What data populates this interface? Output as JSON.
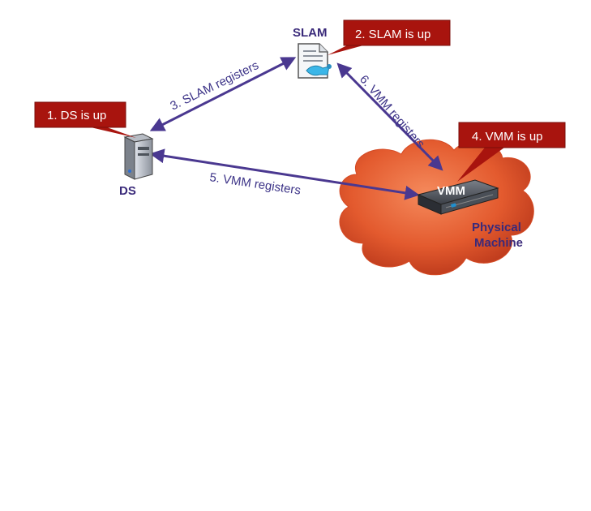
{
  "nodes": {
    "slam": {
      "label": "SLAM"
    },
    "ds": {
      "label": "DS"
    },
    "vmm": {
      "label": "VMM"
    },
    "physical_machine": {
      "line1": "Physical",
      "line2": "Machine"
    }
  },
  "callouts": {
    "ds_up": "1. DS is up",
    "slam_up": "2. SLAM is up",
    "vmm_up": "4. VMM is up"
  },
  "edges": {
    "slam_registers": "3. SLAM registers",
    "vmm_registers_ds": "5. VMM registers",
    "vmm_registers_slam": "6. VMM registers"
  },
  "colors": {
    "arrow": "#4a3890",
    "callout_fill": "#a8140e",
    "cloud_light": "#f27a4c",
    "cloud_dark": "#c8401e",
    "label_text": "#3a2a7a"
  }
}
